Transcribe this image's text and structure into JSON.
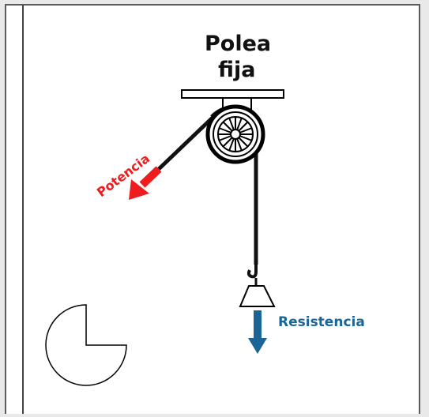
{
  "title": {
    "line1": "Polea",
    "line2": "fija"
  },
  "labels": {
    "potencia": "Potencia",
    "resistencia": "Resistencia"
  },
  "colors": {
    "potencia": "#ee1c1c",
    "resistencia": "#1b6496",
    "rope": "#111111",
    "outline": "#000000",
    "panel": "#ffffff"
  },
  "icons": {
    "pulley": "pulley-wheel-icon",
    "hook": "hook-icon",
    "weight": "weight-icon",
    "effort_arrow": "arrow-down-left-icon",
    "load_arrow": "arrow-down-icon",
    "pie": "pie-shape-icon"
  }
}
